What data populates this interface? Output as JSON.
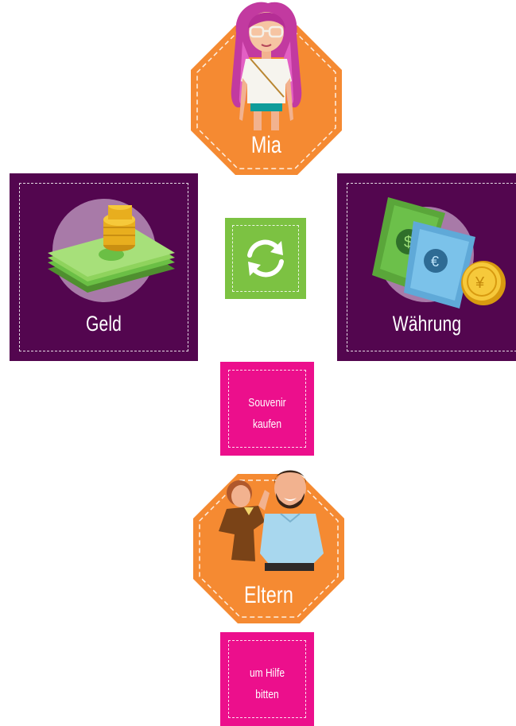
{
  "top_character": {
    "name": "Mia"
  },
  "left_card": {
    "label": "Geld"
  },
  "right_card": {
    "label": "Währung"
  },
  "center_button": {
    "icon": "refresh-icon"
  },
  "action_1": {
    "line1": "Souvenir",
    "line2": "kaufen"
  },
  "bottom_character": {
    "name": "Eltern"
  },
  "action_2": {
    "line1": "um Hilfe",
    "line2": "bitten"
  },
  "colors": {
    "orange": "#f58a32",
    "purple": "#53064f",
    "green": "#7cc242",
    "pink": "#ec0f8c"
  }
}
